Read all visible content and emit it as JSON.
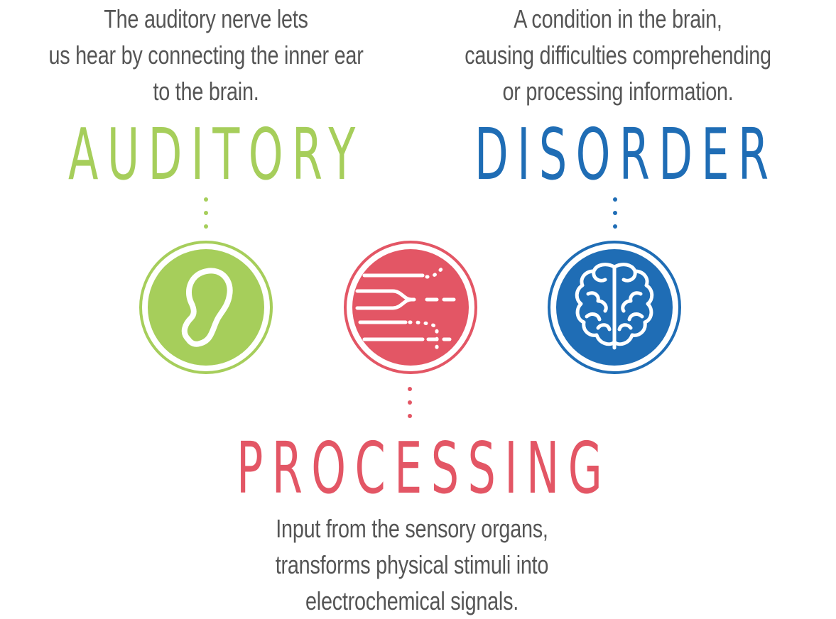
{
  "colors": {
    "auditory": "#a6ce5b",
    "processing": "#e35665",
    "disorder": "#1f6db5",
    "text": "#555555"
  },
  "auditory": {
    "word": "AUDITORY",
    "description": [
      "The auditory nerve lets",
      "us hear by connecting the inner ear",
      "to the brain."
    ],
    "icon": "ear-icon"
  },
  "disorder": {
    "word": "DISORDER",
    "description": [
      "A condition in the brain,",
      "causing difficulties comprehending",
      "or processing information."
    ],
    "icon": "brain-icon"
  },
  "processing": {
    "word": "PROCESSING",
    "description": [
      "Input from the sensory organs,",
      "transforms physical stimuli  into",
      "electrochemical signals."
    ],
    "icon": "signal-flow-icon"
  }
}
